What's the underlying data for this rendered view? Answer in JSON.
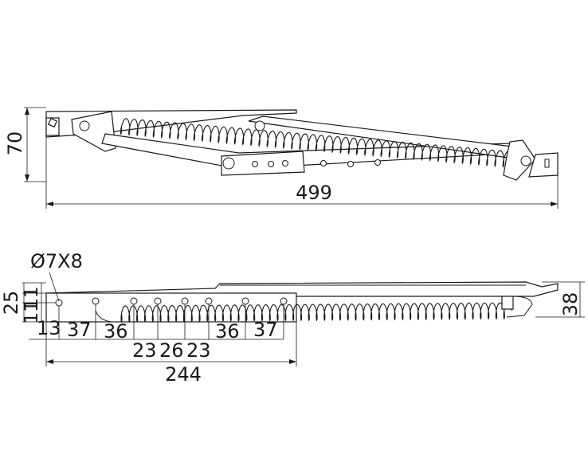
{
  "side_view": {
    "height_label": "70",
    "length_label": "499"
  },
  "bottom_view": {
    "hole_label": "Ø7X8",
    "height_label": "25",
    "hole_offset_label_a": "11",
    "hole_offset_label_b": "11",
    "right_height_label": "38",
    "spacing_labels": [
      "13",
      "37",
      "36",
      "23",
      "26",
      "23",
      "36",
      "37"
    ],
    "length_label": "244"
  }
}
